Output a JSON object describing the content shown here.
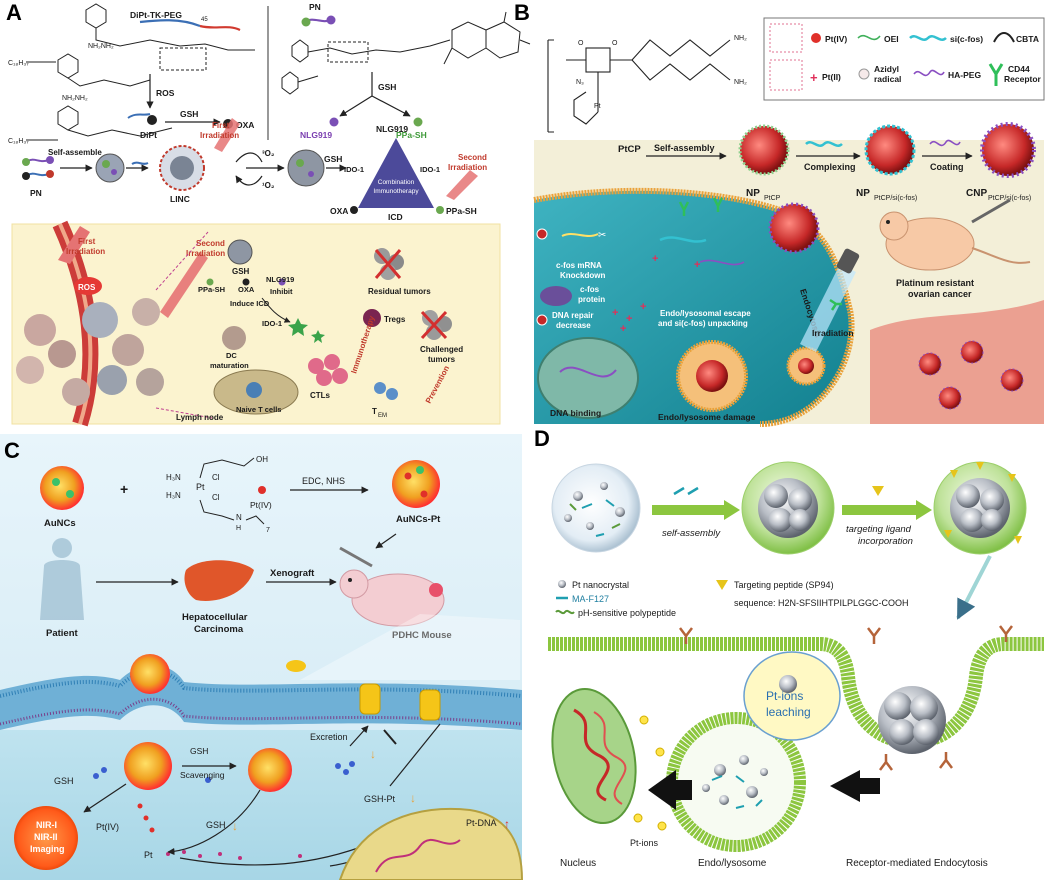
{
  "panels": {
    "a": {
      "letter": "A",
      "labels": {
        "dipt_peg": "DiPt-TK-PEG",
        "dipt_peg_sub": "45",
        "ros": "ROS",
        "gsh1": "GSH",
        "dipt": "DiPt",
        "oxa1": "OXA",
        "pn1": "PN",
        "gsh2": "GSH",
        "nlg1": "NLG919",
        "ppa1": "PPa-SH",
        "self_assemble": "Self-assemble",
        "pn2": "PN",
        "linc": "LINC",
        "first_irr1": "First",
        "first_irr1b": "Irradiation",
        "o2_single": "¹O₂",
        "o2_triplet": "³O₂",
        "gsh3": "GSH",
        "nlg2": "NLG919",
        "ido1a": "IDO-1",
        "ido1b": "IDO-1",
        "combo1": "Combination",
        "combo2": "Immunotherapy",
        "oxa2": "OXA",
        "icd": "ICD",
        "ppa2": "PPa-SH",
        "second_irr1": "Second",
        "second_irr1b": "Irradiation",
        "first_irr2": "First",
        "first_irr2b": "Irradiation",
        "ros2": "ROS",
        "second_irr2": "Second",
        "second_irr2b": "Irradiation",
        "gsh4": "GSH",
        "ppa3": "PPa-SH",
        "oxa3": "OXA",
        "nlg3": "NLG919",
        "inhibit": "Inhibit",
        "induce_icd": "Induce ICD",
        "ido1c": "IDO-1",
        "tregs": "Tregs",
        "residual": "Residual tumors",
        "dc1": "DC",
        "dc2": "maturation",
        "immunotherapy": "Immunotherapy",
        "challenged1": "Challenged",
        "challenged2": "tumors",
        "ctls": "CTLs",
        "naive": "Naive T cells",
        "tem": "T",
        "tem_sub": "EM",
        "prevention": "Prevention",
        "lymph": "Lymph node"
      }
    },
    "b": {
      "letter": "B",
      "labels": {
        "legend_pt4": "Pt(IV)",
        "legend_oei": "OEI",
        "legend_sicfos": "si(c-fos)",
        "legend_cbta": "CBTA",
        "legend_pt2": "Pt(II)",
        "legend_azidyl1": "Azidyl",
        "legend_azidyl2": "radical",
        "legend_hapeg": "HA-PEG",
        "legend_cd44a": "CD44",
        "legend_cd44b": "Receptor",
        "ptcp": "PtCP",
        "self_assembly": "Self-assembly",
        "complexing": "Complexing",
        "coating": "Coating",
        "np1": "NP",
        "np1_sub": "PtCP",
        "np2": "NP",
        "np2_sub": "PtCP/si(c-fos)",
        "cnp": "CNP",
        "cnp_sub": "PtCP/si(c-fos)",
        "mrna1": "c-fos mRNA",
        "mrna2": "Knockdown",
        "cfos1": "c-fos",
        "cfos2": "protein",
        "repair1": "DNA repair",
        "repair2": "decrease",
        "escape1": "Endo/lysosomal escape",
        "escape2": "and si(c-fos) unpacking",
        "endocytosis": "Endocytosis",
        "irradiation": "Irradiation",
        "dna_binding": "DNA binding",
        "damage": "Endo/lysosome damage",
        "platinum1": "Platinum resistant",
        "platinum2": "ovarian cancer"
      }
    },
    "c": {
      "letter": "C",
      "labels": {
        "aunc1": "AuNCs",
        "plus": "+",
        "pt4": "Pt(IV)",
        "edc": "EDC,  NHS",
        "aunc_pt": "AuNCs-Pt",
        "xenograft": "Xenograft",
        "patient": "Patient",
        "hcc1": "Hepatocellular",
        "hcc2": "Carcinoma",
        "pdhc": "PDHC Mouse",
        "gsh1": "GSH",
        "scavenging": "Scavenging",
        "excretion": "Excretion",
        "gsh2": "GSH",
        "gsh_pt": "GSH-Pt",
        "nir1": "NIR-I",
        "nir2": "NIR-II",
        "nir3": "Imaging",
        "pt4b": "Pt(IV)",
        "gsh3": "GSH",
        "pt": "Pt",
        "ptdna": "Pt-DNA",
        "chem_h3n1": "H₃N",
        "chem_h3n2": "H₃N",
        "chem_pt": "Pt",
        "chem_cl1": "Cl",
        "chem_cl2": "Cl",
        "chem_oh": "OH",
        "chem_n": "N",
        "chem_h": "H",
        "chem_sub7": "7"
      }
    },
    "d": {
      "letter": "D",
      "labels": {
        "self_assembly": "self-assembly",
        "targeting1": "targeting ligand",
        "targeting2": "incorporation",
        "legend_pt": "Pt nanocrystal",
        "legend_ma": "MA-F127",
        "legend_ph": "pH-sensitive polypeptide",
        "legend_peptide": "Targeting peptide (SP94)",
        "sequence": "sequence: H2N-SFSIIHTPILPLGGC-COOH",
        "leach1": "Pt-ions",
        "leach2": "leaching",
        "pt_ions": "Pt-ions",
        "nucleus": "Nucleus",
        "endo": "Endo/lysosome",
        "receptor": "Receptor-mediated Endocytosis"
      }
    }
  },
  "colors": {
    "pt_red": "#e0302a",
    "teal": "#1f9fb0",
    "membrane_orange": "#e9a23b",
    "panel_c_bg": "#d9eef7",
    "panel_d_green": "#8cc63f",
    "panel_a_bottom_bg": "#fbf3cf",
    "triangle_purple": "#4c4a9a"
  }
}
